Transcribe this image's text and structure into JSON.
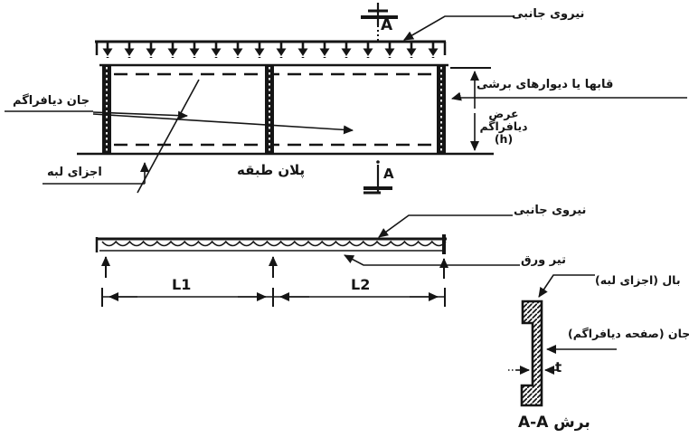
{
  "colors": {
    "ink": "#151515",
    "paper": "#ffffff"
  },
  "plan_view": {
    "labels": {
      "lateral_force": "نیروی جانبی",
      "shear_walls": "قابها یا دیوارهای برشی",
      "diaphragm_web": "جان دیافراگم",
      "edge_elements": "اجزای لبه",
      "caption": "پلان طبقه",
      "width_line1": "عرض",
      "width_line2": "دیافراگم (h)",
      "section_mark_top": "A",
      "section_mark_bottom": "A"
    }
  },
  "elevation_view": {
    "labels": {
      "lateral_force": "نیروی جانبی",
      "plate_girder": "تیر ورق",
      "span_left": "L1",
      "span_right": "L2"
    }
  },
  "section_view": {
    "labels": {
      "flange": "بال (اجزای لبه)",
      "web": "جان (صفحه دیافراگم)",
      "thickness": "t",
      "caption": "برش A-A"
    }
  }
}
